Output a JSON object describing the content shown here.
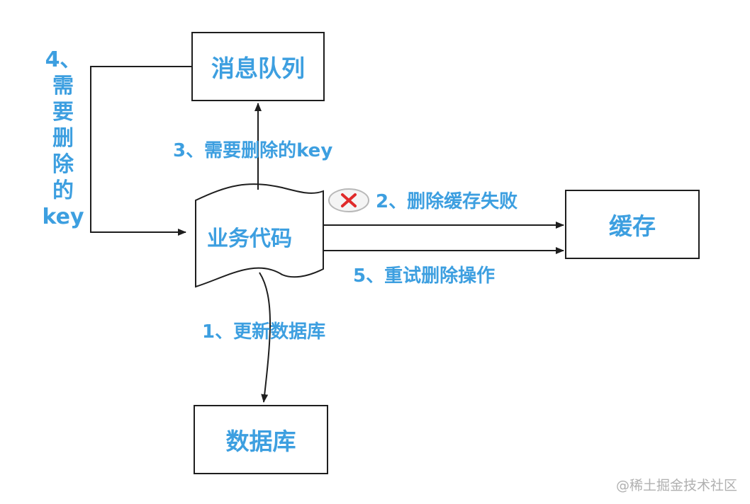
{
  "nodes": {
    "message_queue": "消息队列",
    "cache": "缓存",
    "database": "数据库",
    "business_code": "业务代码"
  },
  "edges": {
    "step1": "1、更新数据库",
    "step2": "2、删除缓存失败",
    "step3": "3、需要删除的key",
    "step4": [
      "4、",
      "需",
      "要",
      "删",
      "除",
      "的",
      "key"
    ],
    "step5": "5、重试删除操作"
  },
  "watermark": "@稀土掘金技术社区",
  "colors": {
    "text_accent": "#3d9fe0",
    "line": "#1e1e1e",
    "fail_icon": "#e02a2a"
  },
  "icons": {
    "failure_marker": "fail-x-icon"
  }
}
